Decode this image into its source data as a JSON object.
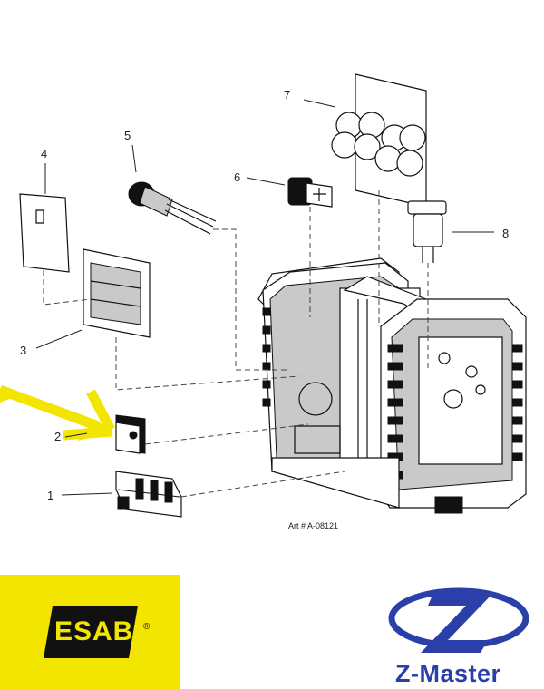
{
  "diagram": {
    "callouts": [
      "1",
      "2",
      "3",
      "4",
      "5",
      "6",
      "7",
      "8"
    ],
    "art_number": "Art # A-08121"
  },
  "colors": {
    "arrow": "#f2e600",
    "esab_bg": "#f2e600",
    "esab_mark": "#111111",
    "zmaster_blue": "#2a3fa8"
  },
  "logos": {
    "esab": {
      "text": "ESAB",
      "registered": "®"
    },
    "zmaster": {
      "text": "Z-Master"
    }
  }
}
